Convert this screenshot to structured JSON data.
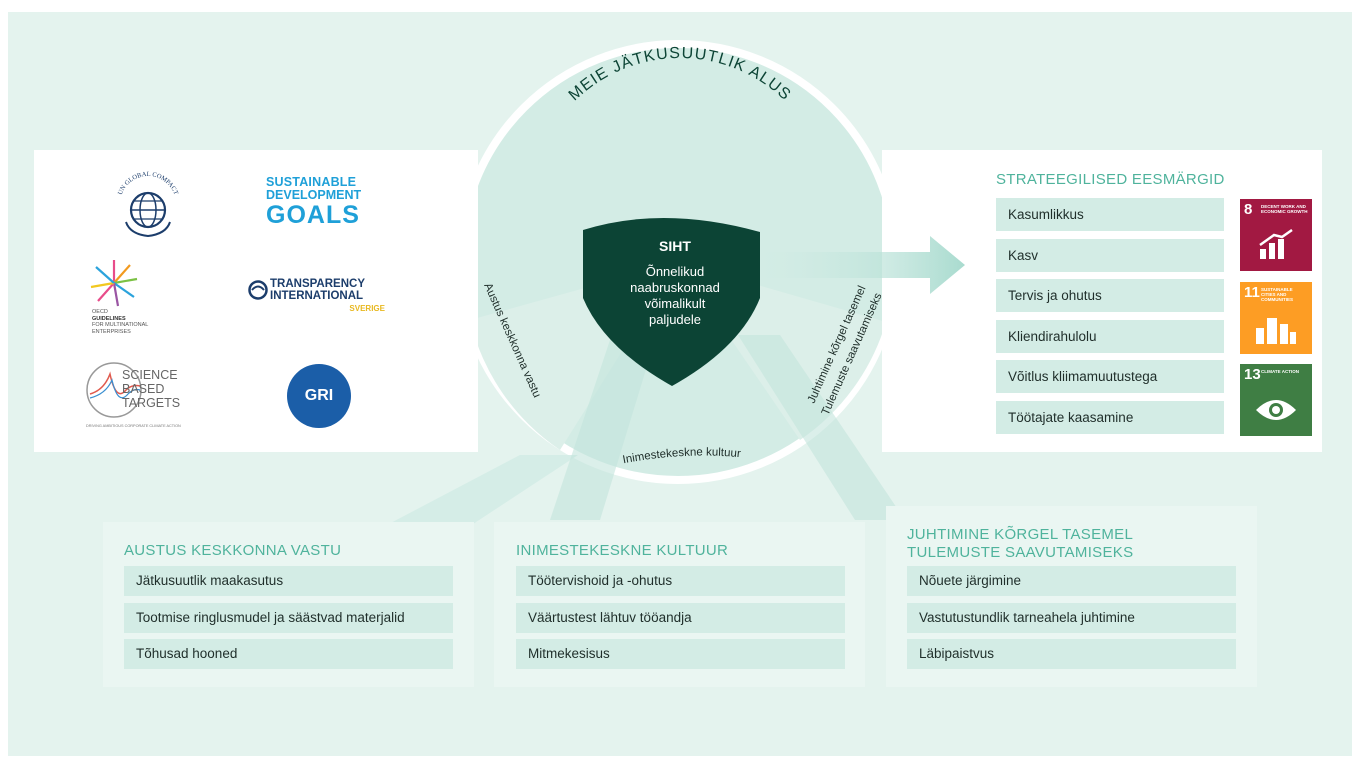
{
  "center": {
    "arc_title": "MEIE JÄTKUSUUTLIK ALUS",
    "vision_title": "SIHT",
    "vision_text": [
      "Õnnelikud",
      "naabruskonnad",
      "võimalikult",
      "paljudele"
    ],
    "pillars": {
      "left": "Austus keskkonna vastu",
      "bottom": "Inimestekeskne kultuur",
      "right_line1": "Juhtimine kõrgel tasemel",
      "right_line2": "Tulemuste saavutamiseks"
    }
  },
  "logos": {
    "un_global_compact": "UN GLOBAL COMPACT",
    "sdg": [
      "SUSTAINABLE",
      "DEVELOPMENT",
      "GOALS"
    ],
    "oecd": [
      "OECD",
      "GUIDELINES",
      "FOR MULTINATIONAL",
      "ENTERPRISES"
    ],
    "transparency": [
      "TRANSPARENCY",
      "INTERNATIONAL",
      "SVERIGE"
    ],
    "sbti": [
      "SCIENCE",
      "BASED",
      "TARGETS",
      "DRIVING AMBITIOUS CORPORATE CLIMATE ACTION"
    ],
    "gri": "GRI"
  },
  "goals": {
    "title": "STRATEEGILISED EESMÄRGID",
    "items": [
      "Kasumlikkus",
      "Kasv",
      "Tervis ja ohutus",
      "Kliendirahulolu",
      "Võitlus kliimamuutustega",
      "Töötajate kaasamine"
    ],
    "sdg_tiles": [
      {
        "num": "8",
        "text": "DECENT WORK AND ECONOMIC GROWTH",
        "color": "#a21942"
      },
      {
        "num": "11",
        "text": "SUSTAINABLE CITIES AND COMMUNITIES",
        "color": "#fd9d24"
      },
      {
        "num": "13",
        "text": "CLIMATE ACTION",
        "color": "#3f7e44"
      }
    ]
  },
  "panels": [
    {
      "title_lines": [
        "AUSTUS KESKKONNA VASTU"
      ],
      "items": [
        "Jätkusuutlik maakasutus",
        "Tootmise ringlusmudel ja säästvad materjalid",
        "Tõhusad hooned"
      ]
    },
    {
      "title_lines": [
        "INIMESTEKESKNE KULTUUR"
      ],
      "items": [
        "Töötervishoid ja -ohutus",
        "Väärtustest lähtuv tööandja",
        "Mitmekesisus"
      ]
    },
    {
      "title_lines": [
        "JUHTIMINE KÕRGEL TASEMEL",
        "TULEMUSTE SAAVUTAMISEKS"
      ],
      "items": [
        "Nõuete järgimine",
        "Vastutustundlik tarneahela juhtimine",
        "Läbipaistvus"
      ]
    }
  ],
  "colors": {
    "background": "#e4f3ee",
    "circle": "#d3ece5",
    "circle_light": "#e7f5f0",
    "shield": "#0c4435",
    "accent": "#4fb39c"
  }
}
